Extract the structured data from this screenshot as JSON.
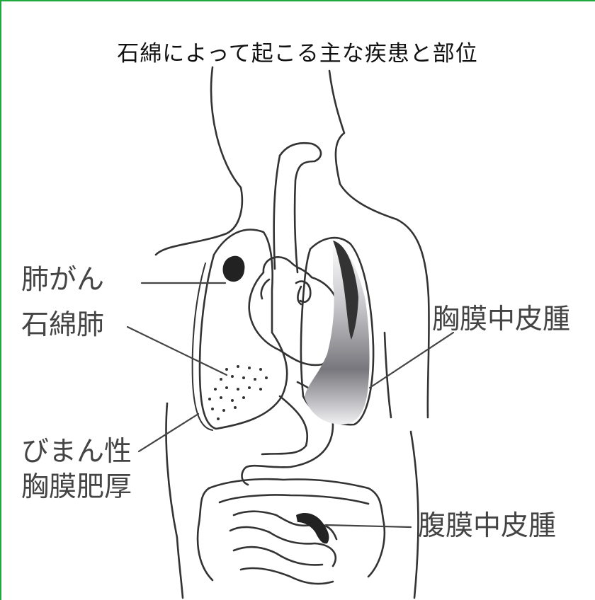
{
  "title": "石綿によって起こる主な疾患と部位",
  "labels": {
    "lung_cancer": "肺がん",
    "asbestosis": "石綿肺",
    "diffuse_pleural_thickening_line1": "びまん性",
    "diffuse_pleural_thickening_line2": "胸膜肥厚",
    "pleural_mesothelioma": "胸膜中皮腫",
    "peritoneal_mesothelioma": "腹膜中皮腫"
  },
  "colors": {
    "frame": "#1fa83c",
    "outline": "#333333",
    "label_text": "#444444",
    "lesion": "#222222"
  }
}
